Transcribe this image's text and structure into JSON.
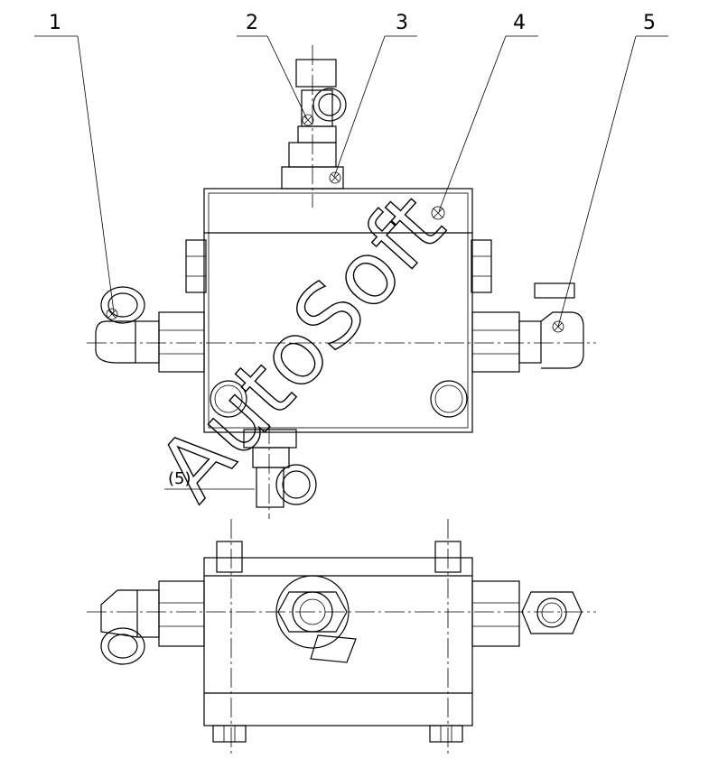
{
  "callouts": [
    {
      "id": "1",
      "text": "1"
    },
    {
      "id": "2",
      "text": "2"
    },
    {
      "id": "3",
      "text": "3"
    },
    {
      "id": "4",
      "text": "4"
    },
    {
      "id": "5",
      "text": "5"
    }
  ],
  "secondary_label": "(5)",
  "watermark": "AutoSoft"
}
